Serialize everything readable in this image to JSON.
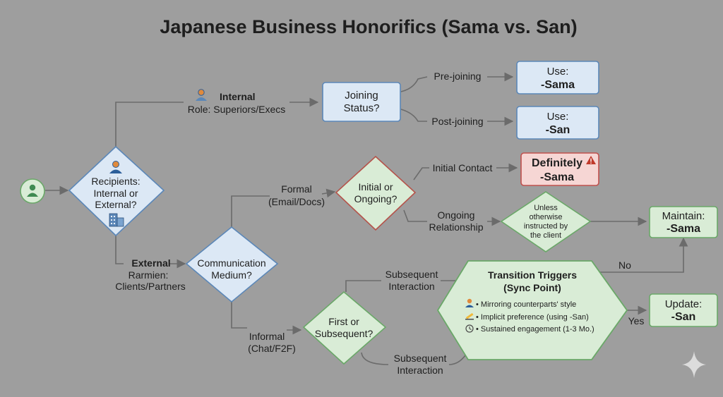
{
  "title": "Japanese Business Honorifics (Sama vs. San)",
  "start": {
    "icon": "person-icon"
  },
  "decision_recipients": {
    "line1": "Recipients:",
    "line2": "Internal or",
    "line3": "External?"
  },
  "internal": {
    "heading": "Internal",
    "role": "Role: Superiors/Execs"
  },
  "external": {
    "heading": "External",
    "line2": "Rarmien:",
    "line3": "Clients/Partners"
  },
  "joining": {
    "line1": "Joining",
    "line2": "Status?",
    "pre": "Pre-joining",
    "post": "Post-joining"
  },
  "use_sama": {
    "line1": "Use:",
    "line2": "-Sama"
  },
  "use_san": {
    "line1": "Use:",
    "line2": "-San"
  },
  "medium": {
    "line1": "Communication",
    "line2": "Medium?"
  },
  "formal": {
    "line1": "Formal",
    "line2": "(Email/Docs)"
  },
  "informal": {
    "line1": "Informal",
    "line2": "(Chat/F2F)"
  },
  "initial_ongoing": {
    "line1": "Initial or",
    "line2": "Ongoing?"
  },
  "initial_contact": "Initial Contact",
  "definitely": {
    "line1": "Definitely",
    "line2": "-Sama"
  },
  "ongoing_rel": {
    "line1": "Ongoing",
    "line2": "Relationship"
  },
  "unless": {
    "line1": "Unless",
    "line2": "otherwise",
    "line3": "instructed by",
    "line4": "the client"
  },
  "maintain": {
    "line1": "Maintain:",
    "line2": "-Sama"
  },
  "first_sub": {
    "line1": "First or",
    "line2": "Subsequent?"
  },
  "subsequent_top": {
    "line1": "Subsequent",
    "line2": "Interaction"
  },
  "subsequent_bottom": {
    "line1": "Subsequent",
    "line2": "Interaction"
  },
  "triggers": {
    "title1": "Transition Triggers",
    "title2": "(Sync Point)",
    "items": [
      "• Mirroring counterparts' style",
      "• Implicit preference (using -San)",
      "• Sustained engagement (1-3 Mo.)"
    ]
  },
  "no_label": "No",
  "yes_label": "Yes",
  "update": {
    "line1": "Update:",
    "line2": "-San"
  },
  "colors": {
    "blue_fill": "#dce8f5",
    "blue_stroke": "#5b87b8",
    "green_fill": "#d9ecd6",
    "green_stroke": "#6aa868",
    "red_fill": "#f6d6d4",
    "red_stroke": "#c0504d"
  }
}
